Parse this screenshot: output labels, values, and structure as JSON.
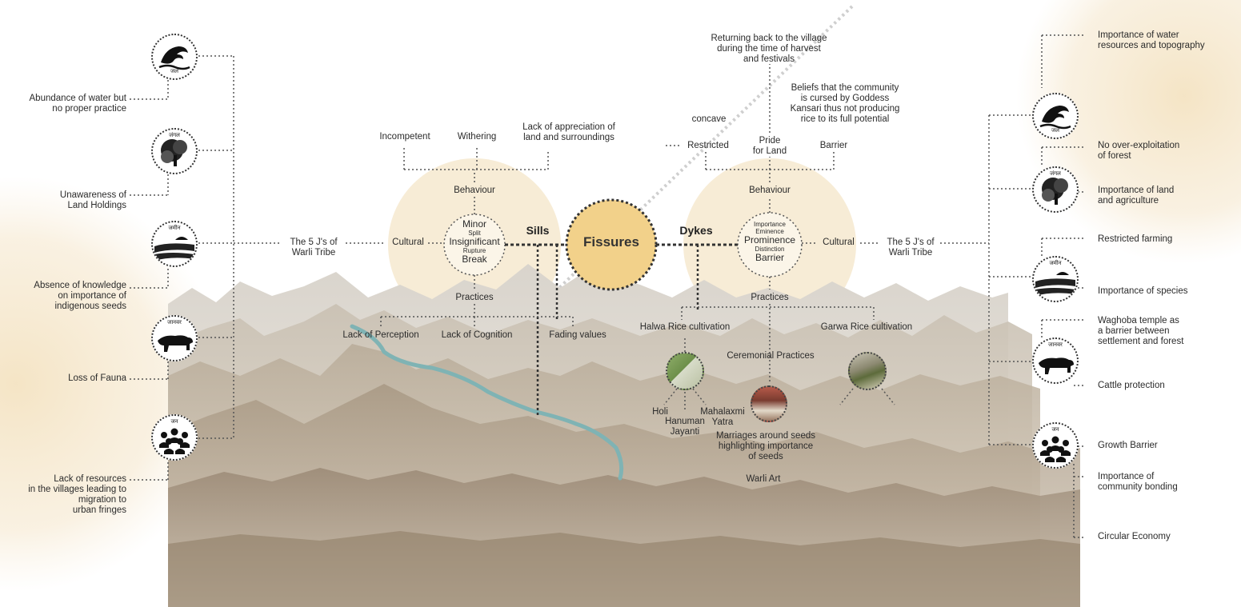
{
  "center": {
    "title": "Fissures",
    "left_link": "Sills",
    "right_link": "Dykes"
  },
  "left_cluster": {
    "words": [
      "Minor",
      "Split",
      "Insignificant",
      "Rupture",
      "Break"
    ],
    "top": "Behaviour",
    "bottom": "Practices",
    "side": "Cultural",
    "behaviour_items": [
      "Incompetent",
      "Withering",
      "Lack of appreciation of\nland and surroundings"
    ],
    "practice_items": [
      "Lack of Perception",
      "Lack of Cognition",
      "Fading values"
    ]
  },
  "right_cluster": {
    "words": [
      "Importance",
      "Eminence",
      "Prominence",
      "Distinction",
      "Barrier"
    ],
    "top": "Behaviour",
    "bottom": "Practices",
    "side": "Cultural",
    "behaviour_items": [
      "concave",
      "Restricted",
      "Pride\nfor Land",
      "Barrier",
      "Beliefs that the community\nis cursed by Goddess\nKansari thus not producing\nrice to its full potential",
      "Returning back to the village\nduring the time of harvest\nand festivals"
    ],
    "practice_items": [
      "Halwa Rice cultivation",
      "Garwa Rice cultivation",
      "Ceremonial Practices",
      "Holi",
      "Hanuman\nJayanti",
      "Mahalaxmi\nYatra",
      "Marriages around seeds\nhighlighting importance\nof seeds",
      "Warli Art"
    ]
  },
  "five_js_left": "The 5 J's of\nWarli Tribe",
  "five_js_right": "The 5 J's of\nWarli Tribe",
  "icons": [
    {
      "label": "जल",
      "icon": "water-wave-icon"
    },
    {
      "label": "जंगल",
      "icon": "forest-icon"
    },
    {
      "label": "जमीन",
      "icon": "land-field-icon"
    },
    {
      "label": "जानवर",
      "icon": "animal-icon"
    },
    {
      "label": "जन",
      "icon": "people-icon"
    }
  ],
  "left_notes": [
    "Abundance of water but\nno proper practice",
    "Unawareness of\nLand Holdings",
    "Absence of knowledge\non importance of\nindigenous seeds",
    "Loss of Fauna",
    "Lack of resources\nin the villages leading to\nmigration to\nurban fringes"
  ],
  "right_notes": [
    "Importance of water\nresources and topography",
    "No over-exploitation\nof forest",
    "Importance of land\nand agriculture",
    "Restricted farming",
    "Importance of species",
    "Waghoba temple as\na barrier between\nsettlement and forest",
    "Cattle protection",
    "Growth Barrier",
    "Importance of\ncommunity bonding",
    "Circular Economy"
  ],
  "colors": {
    "sun": "#f2d18a",
    "glow": "#f7ead0",
    "ink": "#333333",
    "river": "#7fb3b4"
  }
}
